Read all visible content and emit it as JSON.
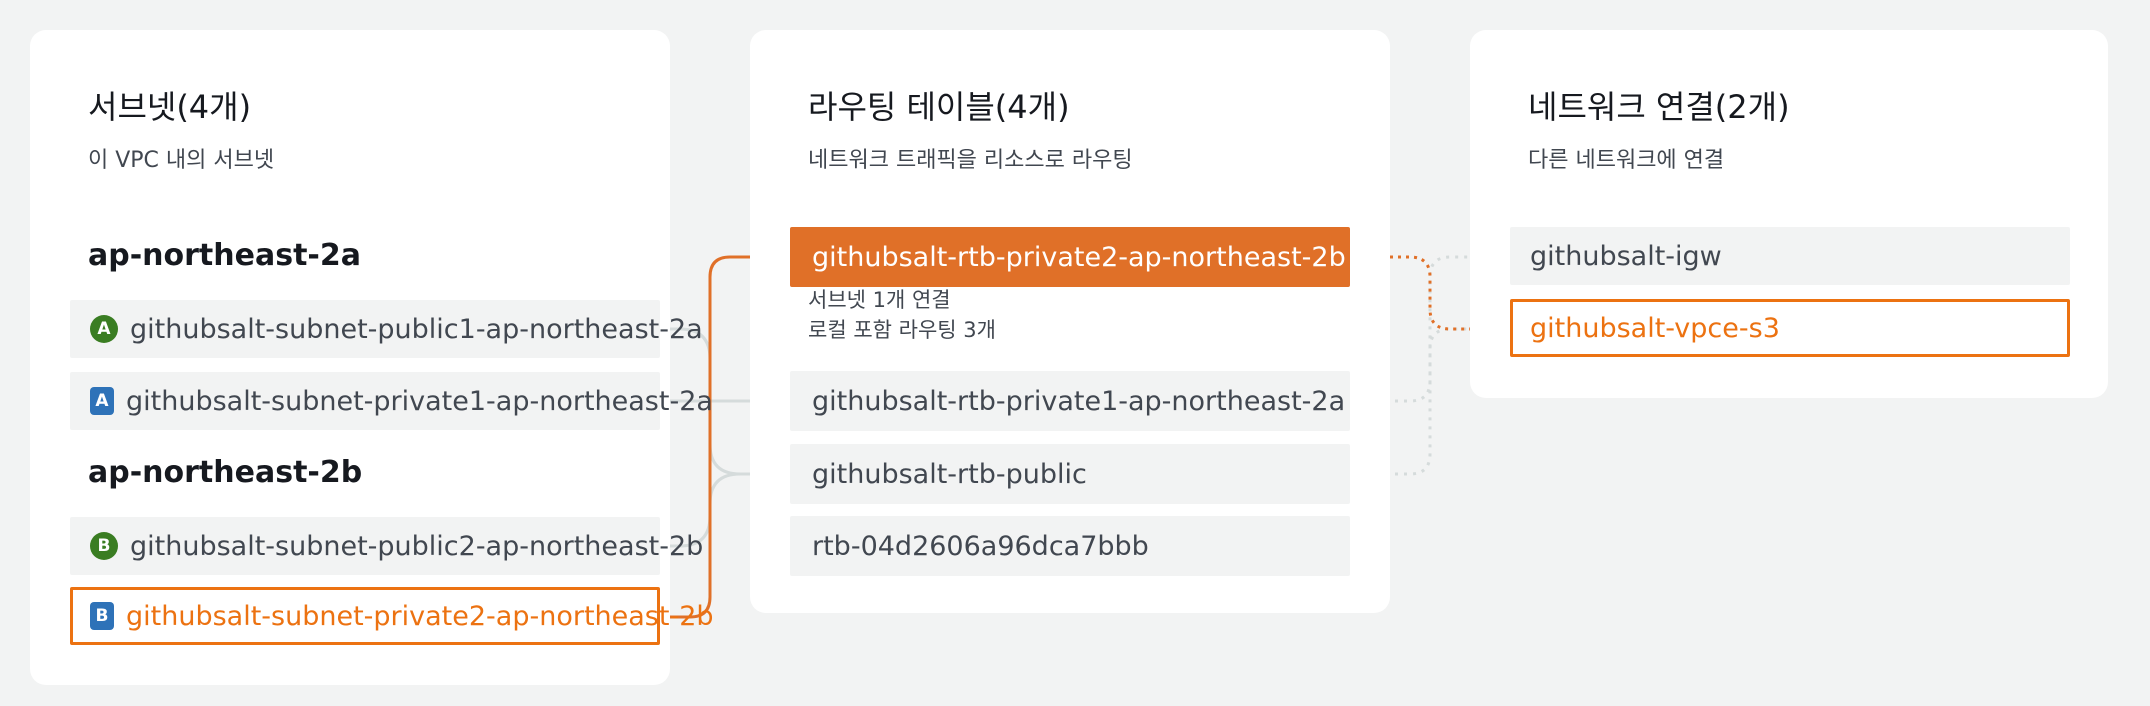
{
  "subnets": {
    "title": "서브넷(4개)",
    "description": "이 VPC 내의 서브넷",
    "zones": [
      {
        "name": "ap-northeast-2a",
        "items": [
          {
            "badge": "A",
            "type": "public",
            "label": "githubsalt-subnet-public1-ap-northeast-2a"
          },
          {
            "badge": "A",
            "type": "private",
            "label": "githubsalt-subnet-private1-ap-northeast-2a"
          }
        ]
      },
      {
        "name": "ap-northeast-2b",
        "items": [
          {
            "badge": "B",
            "type": "public",
            "label": "githubsalt-subnet-public2-ap-northeast-2b"
          },
          {
            "badge": "B",
            "type": "private",
            "label": "githubsalt-subnet-private2-ap-northeast-2b",
            "selected": true
          }
        ]
      }
    ]
  },
  "route_tables": {
    "title": "라우팅 테이블(4개)",
    "description": "네트워크 트래픽을 리소스로 라우팅",
    "items": [
      {
        "label": "githubsalt-rtb-private2-ap-northeast-2b",
        "active": true,
        "icon": "external-link-icon"
      },
      {
        "label": "githubsalt-rtb-private1-ap-northeast-2a"
      },
      {
        "label": "githubsalt-rtb-public"
      },
      {
        "label": "rtb-04d2606a96dca7bbb"
      }
    ],
    "active_details": [
      "서브넷 1개 연결",
      "로컬 포함 라우팅 3개"
    ]
  },
  "network_connections": {
    "title": "네트워크 연결(2개)",
    "description": "다른 네트워크에 연결",
    "items": [
      {
        "label": "githubsalt-igw"
      },
      {
        "label": "githubsalt-vpce-s3",
        "selected": true
      }
    ]
  },
  "colors": {
    "accent": "#ec7211",
    "active_fill": "#e07028",
    "public_badge": "#3a7d22",
    "private_badge": "#2e72b8",
    "connector": "#d5dbdb"
  }
}
